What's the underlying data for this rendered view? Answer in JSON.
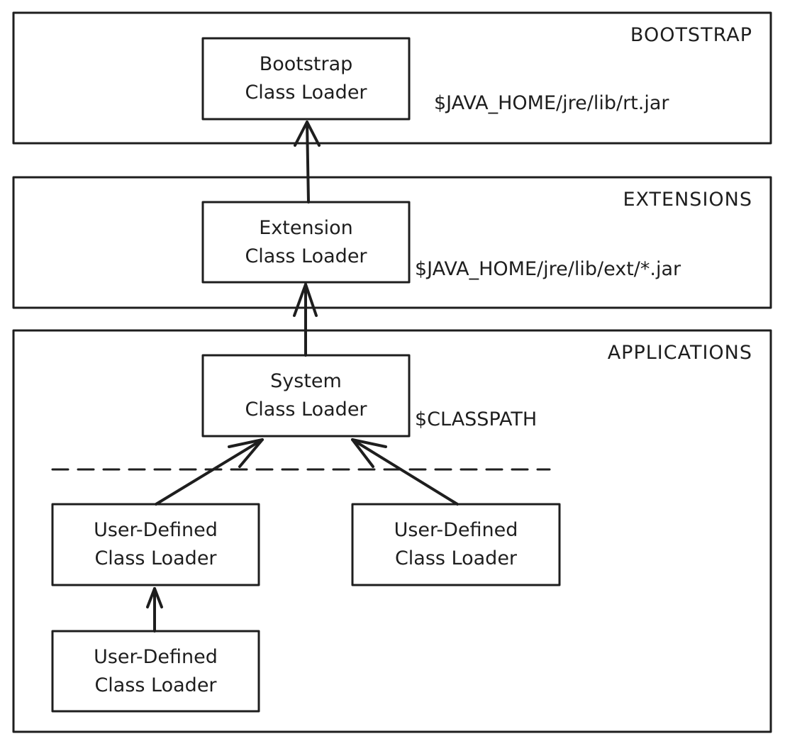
{
  "regions": {
    "bootstrap": {
      "title": "BOOTSTRAP",
      "path": "$JAVA_HOME/jre/lib/rt.jar"
    },
    "extensions": {
      "title": "EXTENSIONS",
      "path": "$JAVA_HOME/jre/lib/ext/*.jar"
    },
    "applications": {
      "title": "APPLICATIONS",
      "path": "$CLASSPATH"
    }
  },
  "loaders": {
    "bootstrap": {
      "line1": "Bootstrap",
      "line2": "Class Loader"
    },
    "extension": {
      "line1": "Extension",
      "line2": "Class Loader"
    },
    "system": {
      "line1": "System",
      "line2": "Class Loader"
    },
    "user_left": {
      "line1": "User-Defined",
      "line2": "Class Loader"
    },
    "user_right": {
      "line1": "User-Defined",
      "line2": "Class Loader"
    },
    "user_bottom": {
      "line1": "User-Defined",
      "line2": "Class Loader"
    }
  },
  "colors": {
    "stroke": "#1e1e1e",
    "background": "#ffffff"
  }
}
